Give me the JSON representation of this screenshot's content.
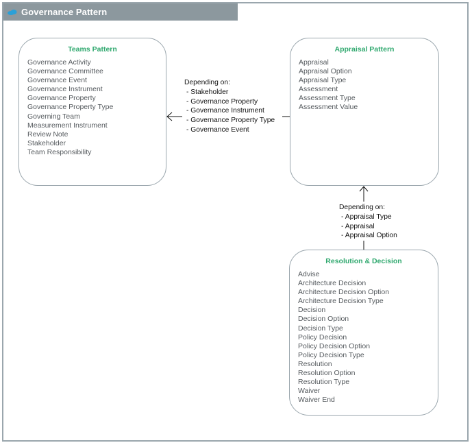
{
  "title": "Governance Pattern",
  "colors": {
    "title_bar": "#8c989e",
    "box_title": "#2fa86e",
    "item_text": "#555a5e",
    "border": "#9aa6ad",
    "icon": "#2aa0d8"
  },
  "icons": {
    "title": "cloud-icon"
  },
  "boxes": {
    "teams": {
      "title": "Teams Pattern",
      "items": [
        "Governance Activity",
        "Governance Committee",
        "Governance Event",
        "Governance Instrument",
        "Governance Property",
        "Governance Property Type",
        "Governing Team",
        "Measurement Instrument",
        "Review Note",
        "Stakeholder",
        "Team Responsibility"
      ]
    },
    "appraisal": {
      "title": "Appraisal Pattern",
      "items": [
        "Appraisal",
        "Appraisal Option",
        "Appraisal Type",
        "Assessment",
        "Assessment Type",
        "Assessment Value"
      ]
    },
    "resolution": {
      "title": "Resolution & Decision",
      "items": [
        "Advise",
        "Architecture Decision",
        "Architecture Decision Option",
        "Architecture Decision Type",
        "Decision",
        "Decision Option",
        "Decision Type",
        "Policy Decision",
        "Policy Decision Option",
        "Policy Decision Type",
        "Resolution",
        "Resolution Option",
        "Resolution Type",
        "Waiver",
        "Waiver End"
      ]
    }
  },
  "dependencies": [
    {
      "heading": "Depending on:",
      "items": [
        "- Stakeholder",
        "- Governance Property",
        "- Governance Instrument",
        "- Governance Property Type",
        "- Governance Event"
      ]
    },
    {
      "heading": "Depending on:",
      "items": [
        "- Appraisal Type",
        "- Appraisal",
        "- Appraisal Option"
      ]
    }
  ]
}
